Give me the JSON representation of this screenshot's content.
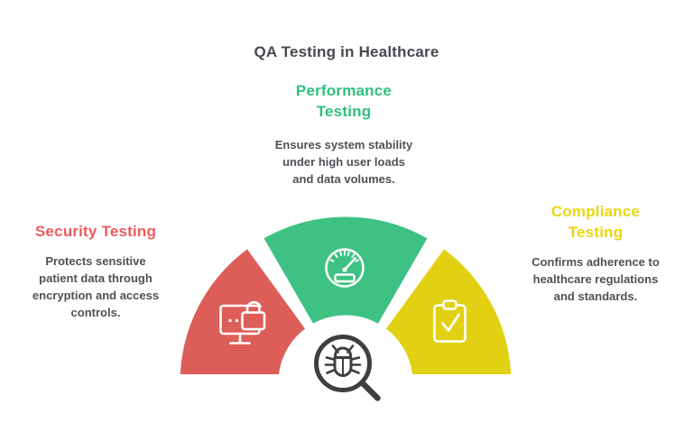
{
  "title": "QA Testing in Healthcare",
  "colors": {
    "segment_red": "#DD5E59",
    "segment_green": "#3DC283",
    "segment_yellow": "#E2D112",
    "heading_red": "#EE5B5B",
    "heading_green": "#2EC17D",
    "heading_yellow": "#EAD60E",
    "body_text": "#4E5156",
    "title_text": "#45494E",
    "icon_dark": "#3F3F3F",
    "icon_on_segment": "#FFFFFF"
  },
  "sections": {
    "security": {
      "heading": "Security Testing",
      "body": "Protects sensitive\npatient data through\nencryption and access\ncontrols.",
      "icon": "monitor-unlock-icon"
    },
    "performance": {
      "heading": "Performance\nTesting",
      "body": "Ensures system stability\nunder high user loads\nand data volumes.",
      "icon": "speedometer-icon"
    },
    "compliance": {
      "heading": "Compliance\nTesting",
      "body": "Confirms adherence to\nhealthcare regulations\nand standards.",
      "icon": "clipboard-check-icon"
    }
  },
  "center_icon": "bug-magnifier-icon"
}
